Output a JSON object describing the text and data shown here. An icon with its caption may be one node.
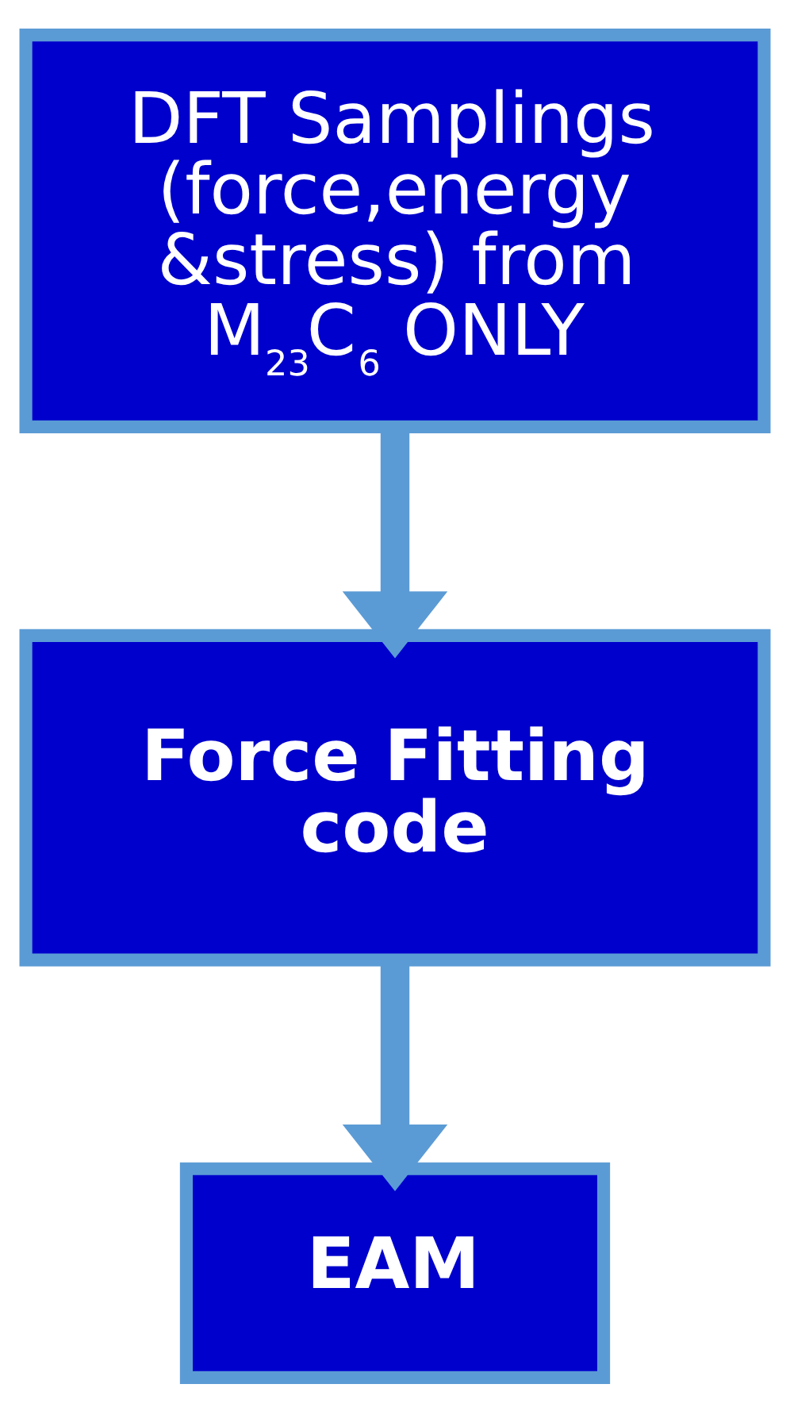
{
  "diagram": {
    "nodes": [
      {
        "text": [
          "DFT Samplings (force,energy &stress) from M$_{23}$C$_{6}$ ONLY"
        ]
      },
      {
        "text": [
          "Force Fitting code"
        ]
      },
      {
        "text": [
          "EAM"
        ]
      }
    ],
    "edges": [
      {
        "from": 0,
        "to": 1,
        "arrow": "to"
      },
      {
        "from": 1,
        "to": 2,
        "arrow": "to"
      }
    ]
  }
}
